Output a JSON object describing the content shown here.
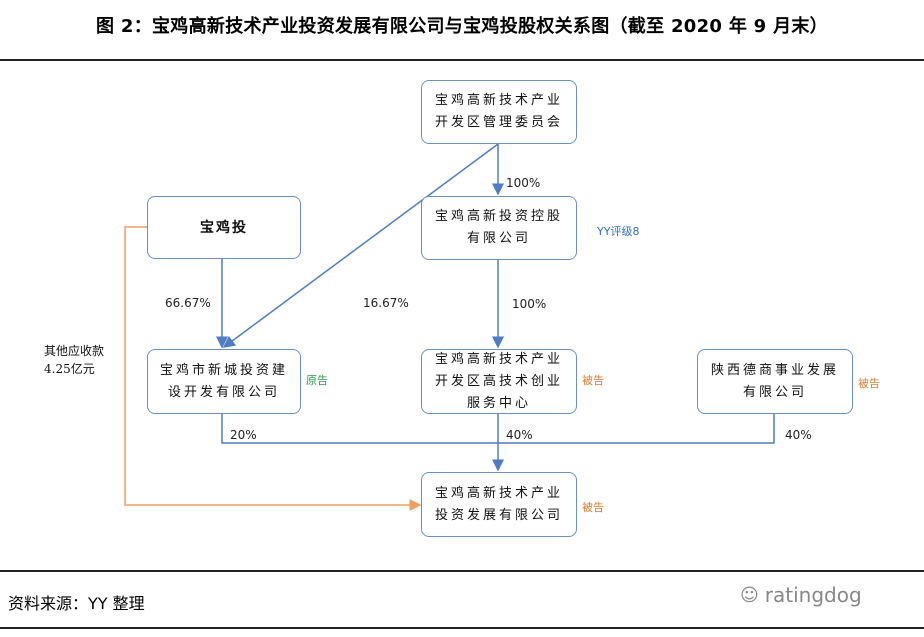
{
  "title": "图 2：宝鸡高新技术产业投资发展有限公司与宝鸡投股权关系图（截至 2020 年 9 月末）",
  "nodes": {
    "committee": [
      "宝鸡高新技术产业",
      "开发区管理委员会"
    ],
    "holding": [
      "宝鸡高新投资控股",
      "有限公司"
    ],
    "baojitou": [
      "宝鸡投"
    ],
    "xincheng": [
      "宝鸡市新城投资建",
      "设开发有限公司"
    ],
    "service": [
      "宝鸡高新技术产业",
      "开发区高技术创业",
      "服务中心"
    ],
    "deshang": [
      "陕西德商事业发展",
      "有限公司"
    ],
    "target": [
      "宝鸡高新技术产业",
      "投资发展有限公司"
    ]
  },
  "edges": {
    "committee_to_holding": "100%",
    "baojitou_to_xincheng": "66.67%",
    "committee_to_xincheng": "16.67%",
    "holding_to_service": "100%",
    "xincheng_to_target": "20%",
    "service_to_target": "40%",
    "deshang_to_target": "40%"
  },
  "tags": {
    "holding_rating": "YY评级8",
    "xincheng": "原告",
    "service": "被告",
    "deshang": "被告",
    "target": "被告"
  },
  "receivable_note": [
    "其他应收款",
    "4.25亿元"
  ],
  "source": "资料来源：YY 整理",
  "watermark": "ratingdog",
  "colors": {
    "box_border": "#6b8fc9",
    "arrow_blue": "#4f7cc4",
    "arrow_orange": "#f0a060",
    "rating_blue": "#2e6fd0",
    "tag_green": "#2a9d4a",
    "tag_orange": "#e07a2e"
  }
}
